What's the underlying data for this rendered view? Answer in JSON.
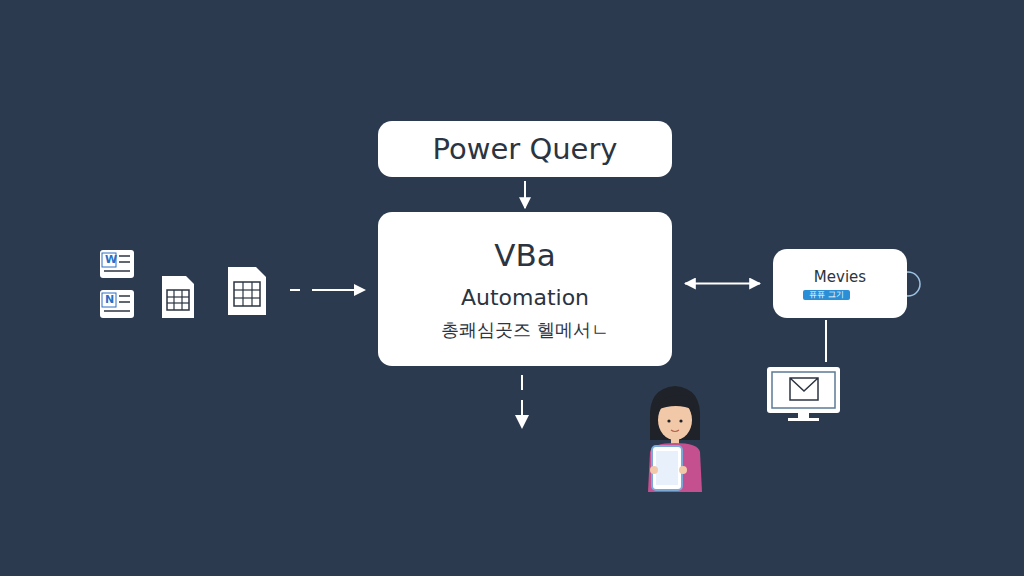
{
  "diagram": {
    "nodes": [
      {
        "text": [
          "Power Query"
        ]
      },
      {
        "text": [
          "VBa",
          "Automation",
          "총쾌심곳즈 헬메서ㄴ"
        ]
      },
      {
        "text": [
          "Mevies"
        ]
      },
      {
        "text": [
          "퓨퓨 그기"
        ],
        "in": 2
      }
    ],
    "edges": [
      {
        "from": 0,
        "to": 1,
        "arrow": "to"
      },
      {
        "from": 1,
        "to": 2,
        "arrow": "both"
      }
    ],
    "labels": [
      "W",
      "N"
    ]
  }
}
